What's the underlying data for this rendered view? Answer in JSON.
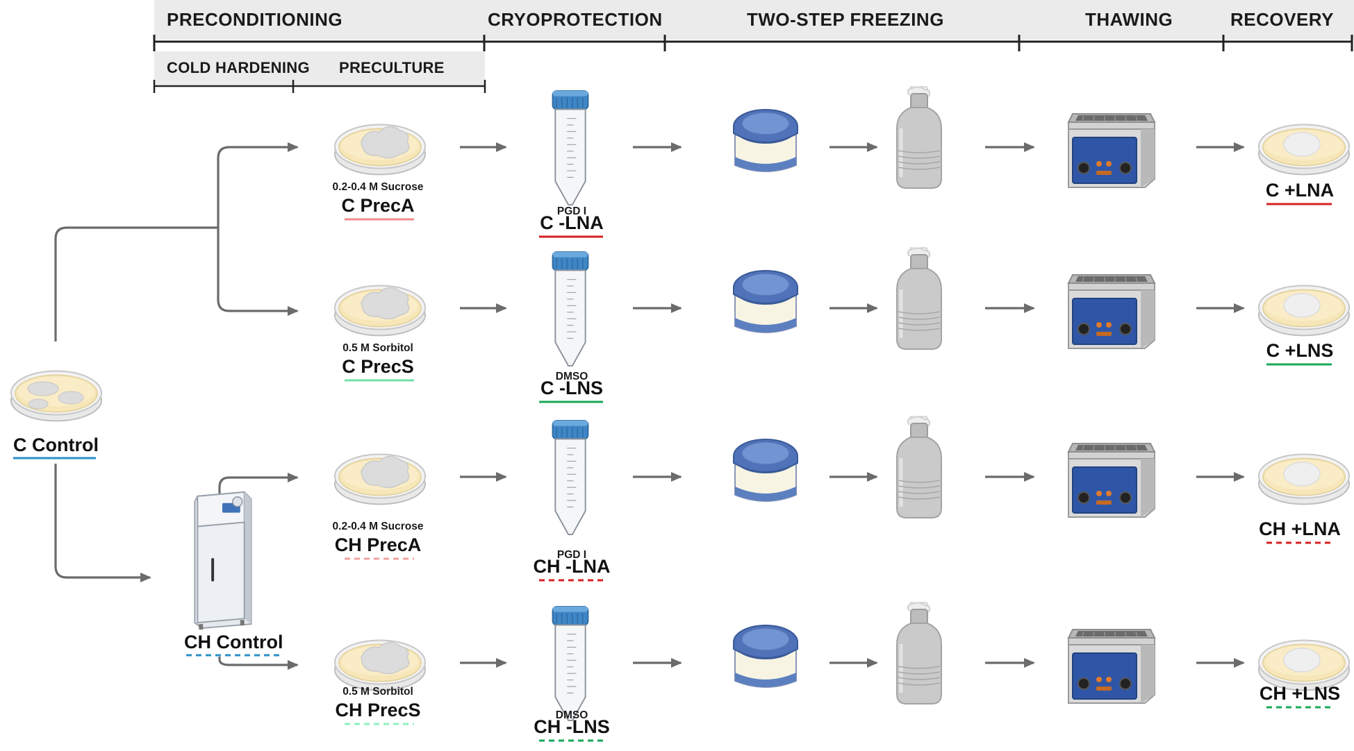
{
  "stages": [
    {
      "label": "PRECONDITIONING"
    },
    {
      "label": "CRYOPROTECTION"
    },
    {
      "label": "TWO-STEP FREEZING"
    },
    {
      "label": "THAWING"
    },
    {
      "label": "RECOVERY"
    }
  ],
  "substages": [
    {
      "label": "COLD HARDENING"
    },
    {
      "label": "PRECULTURE"
    }
  ],
  "controls": {
    "c_control": "C Control",
    "ch_control": "CH Control"
  },
  "rows": [
    {
      "preculture_medium": "0.2-0.4 M Sucrose",
      "preculture_label": "C PrecA",
      "cryoprotectant": "PGD I",
      "cryo_label": "C -LNA",
      "recovery_label": "C +LNA"
    },
    {
      "preculture_medium": "0.5 M Sorbitol",
      "preculture_label": "C PrecS",
      "cryoprotectant": "DMSO",
      "cryo_label": "C -LNS",
      "recovery_label": "C +LNS"
    },
    {
      "preculture_medium": "0.2-0.4 M Sucrose",
      "preculture_label": "CH PrecA",
      "cryoprotectant": "PGD I",
      "cryo_label": "CH -LNA",
      "recovery_label": "CH +LNA"
    },
    {
      "preculture_medium": "0.5 M Sorbitol",
      "preculture_label": "CH PrecS",
      "cryoprotectant": "DMSO",
      "cryo_label": "CH -LNS",
      "recovery_label": "CH +LNS"
    }
  ],
  "colors": {
    "header_band": "#ebebeb",
    "arrow": "#6b6b6b",
    "c_control": "#2a8fc9",
    "ch_control": "#2a8fc9",
    "prec_a": "#f08a8a",
    "prec_s": "#6fe0a6",
    "ch_prec_a": "#f2a0a0",
    "ch_prec_s": "#8ff0c2",
    "lna": "#d62020",
    "lns": "#18a856",
    "tube_cap": "#3f86c6",
    "cryobox_lid": "#4f72b8",
    "dewar": "#c8c8c8",
    "bath_panel": "#2f56a6",
    "petri_medium": "#f6e6b8"
  },
  "icons": {
    "petri": "petri-dish-icon",
    "tube": "falcon-tube-icon",
    "cryobox": "freezing-container-icon",
    "dewar": "liquid-nitrogen-dewar-icon",
    "bath": "water-bath-icon",
    "fridge": "cold-chamber-icon"
  }
}
